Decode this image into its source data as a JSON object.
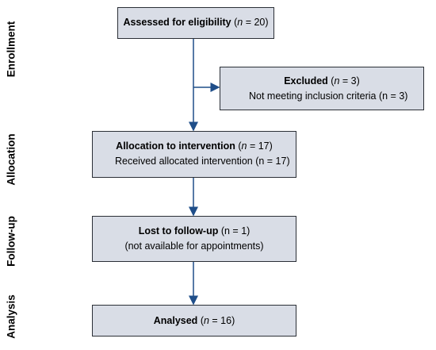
{
  "stages": {
    "enrollment": "Enrollment",
    "allocation": "Allocation",
    "followup": "Follow-up",
    "analysis": "Analysis"
  },
  "boxes": {
    "assessed": {
      "title": "Assessed for eligibility",
      "n_prefix": "n",
      "n_value": " = 20"
    },
    "excluded": {
      "title": "Excluded",
      "n_prefix": "n",
      "n_value": " = 3",
      "detail": "Not meeting inclusion criteria (n = 3)"
    },
    "allocation": {
      "title": "Allocation to intervention",
      "n_prefix": "n",
      "n_value": " = 17",
      "detail": "Received allocated intervention (n = 17)"
    },
    "lost": {
      "title": "Lost to follow-up",
      "rest": " (n = 1)",
      "detail": "(not available for appointments)"
    },
    "analysed": {
      "title": "Analysed",
      "n_prefix": "n",
      "n_value": " = 16"
    }
  },
  "colors": {
    "box_fill": "#d9dde6",
    "box_border": "#2b2f36",
    "arrow": "#1f4e89"
  }
}
